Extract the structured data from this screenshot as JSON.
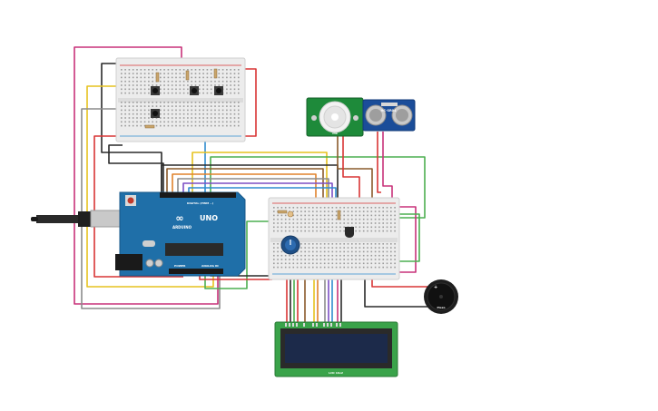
{
  "circuit": {
    "arduino": {
      "logo": "∞",
      "model": "UNO",
      "brand": "ARDUINO",
      "digital_label": "DIGITAL (PWM ~)",
      "analog_label": "ANALOG IN",
      "power_label": "POWER"
    },
    "pir_sensor": {
      "name": "PIR"
    },
    "ultrasonic_sensor": {
      "name": "HC-SR04"
    },
    "lcd": {
      "name": "LCD 16x2"
    },
    "buzzer": {
      "name": "Piezo"
    },
    "colors": {
      "wire_red": "#d93535",
      "wire_black": "#2a2a2a",
      "wire_yellow": "#e6c21e",
      "wire_green": "#4caf50",
      "wire_magenta": "#c8327a",
      "wire_blue": "#2f8ccf",
      "wire_brown": "#8a5a2b",
      "wire_gray": "#8c8c8c",
      "wire_orange": "#e0822b",
      "wire_purple": "#7b4fc4",
      "arduino_blue": "#1f6fa8",
      "pcb_green": "#1e8a3a",
      "lcd_green": "#3aa34a",
      "lcd_screen": "#1c2a4a",
      "breadboard": "#ececec"
    }
  }
}
